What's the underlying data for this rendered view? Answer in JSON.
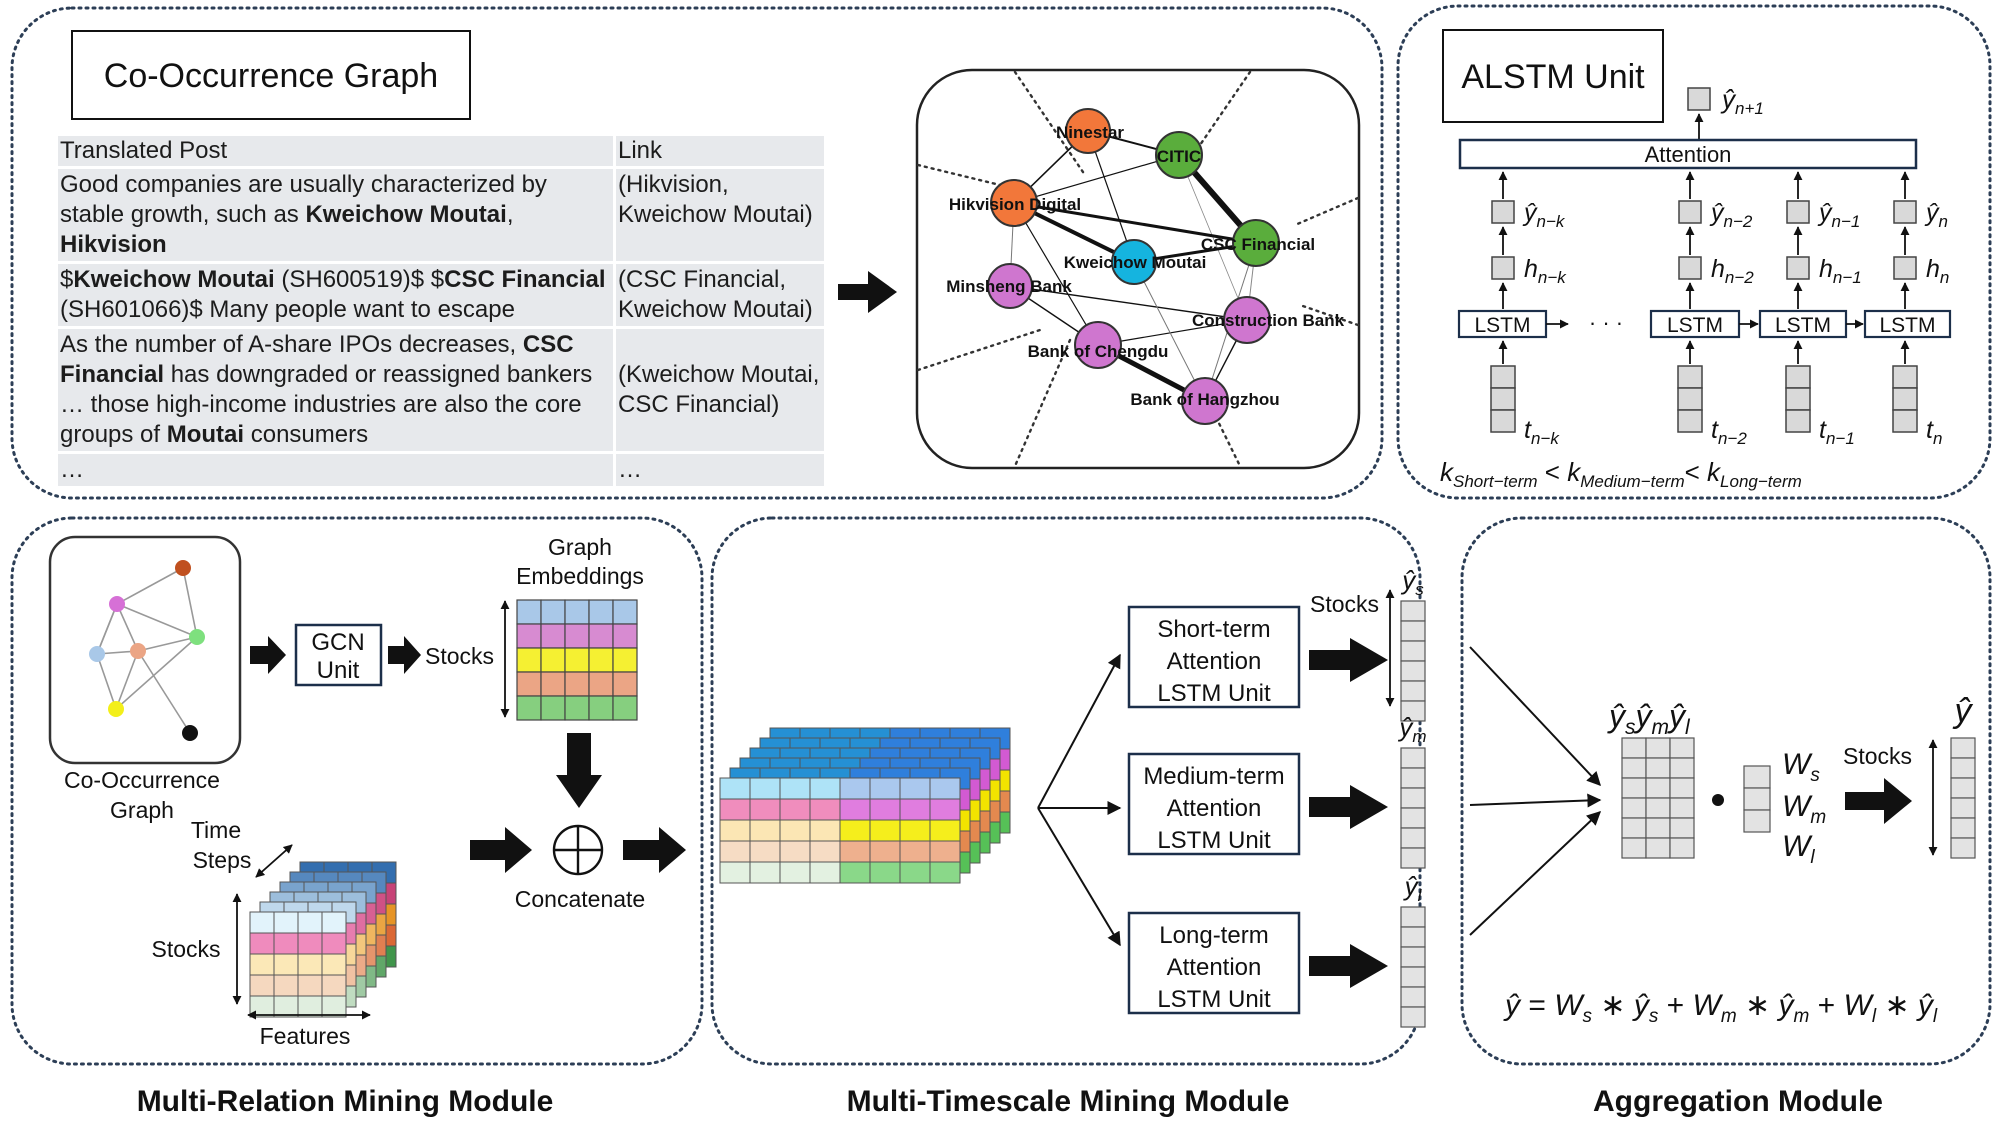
{
  "panels": {
    "cooccurrence_title": "Co-Occurrence Graph",
    "alstm_title": "ALSTM Unit"
  },
  "table": {
    "headers": [
      "Translated Post",
      "Link"
    ],
    "rows": [
      {
        "post": [
          {
            "t": "Good companies are usually characterized by stable growth, such as ",
            "b": false
          },
          {
            "t": "Kweichow Moutai",
            "b": true
          },
          {
            "t": ", ",
            "b": false
          },
          {
            "t": " Hikvision",
            "b": true
          }
        ],
        "link": "(Hikvision, Kweichow Moutai)"
      },
      {
        "post": [
          {
            "t": "$",
            "b": false
          },
          {
            "t": "Kweichow Moutai",
            "b": true
          },
          {
            "t": " (SH600519)$ $",
            "b": false
          },
          {
            "t": "CSC Financial",
            "b": true
          },
          {
            "t": " (SH601066)$ Many people want to escape",
            "b": false
          }
        ],
        "link": "(CSC Financial, Kweichow Moutai)"
      },
      {
        "post": [
          {
            "t": "As the number of A-share IPOs decreases, ",
            "b": false
          },
          {
            "t": "CSC Financial",
            "b": true
          },
          {
            "t": " has downgraded or reassigned bankers … those high-income industries are also the core groups of ",
            "b": false
          },
          {
            "t": "Moutai",
            "b": true
          },
          {
            "t": " consumers",
            "b": false
          }
        ],
        "link": "(Kweichow Moutai, CSC Financial)"
      },
      {
        "post": [
          {
            "t": "…",
            "b": false
          }
        ],
        "link": "…"
      }
    ]
  },
  "graph": {
    "nodes": {
      "ninestar": "Ninestar",
      "citic": "CITIC",
      "hikvision": "Hikvision Digital",
      "csc": "CSC Financial",
      "kweichow": "Kweichow Moutai",
      "minsheng": "Minsheng Bank",
      "construction": "Construction Bank",
      "chengdu": "Bank of Chengdu",
      "hangzhou": "Bank of Hangzhou"
    }
  },
  "alstm": {
    "attention": "Attention",
    "lstm": "LSTM",
    "ellipsis": "· · ·",
    "y_next": "ŷ",
    "y_next_sub": "n+1",
    "cols": [
      {
        "y": "ŷ",
        "y_sub": "n−k",
        "h": "h",
        "h_sub": "n−k",
        "t": "t",
        "t_sub": "n−k"
      },
      {
        "y": "ŷ",
        "y_sub": "n−2",
        "h": "h",
        "h_sub": "n−2",
        "t": "t",
        "t_sub": "n−2"
      },
      {
        "y": "ŷ",
        "y_sub": "n−1",
        "h": "h",
        "h_sub": "n−1",
        "t": "t",
        "t_sub": "n−1"
      },
      {
        "y": "ŷ",
        "y_sub": "n",
        "h": "h",
        "h_sub": "n",
        "t": "t",
        "t_sub": "n"
      }
    ],
    "k_formula": {
      "k": "k",
      "short": "Short−term",
      "medium": "Medium−term",
      "long": "Long−term",
      "lt": "<"
    }
  },
  "multi_relation": {
    "graph_label": [
      "Co-Occurrence",
      "Graph"
    ],
    "gcn": [
      "GCN",
      "Unit"
    ],
    "stocks": "Stocks",
    "graph_embeddings": [
      "Graph",
      "Embeddings"
    ],
    "time_steps": [
      "Time",
      "Steps"
    ],
    "features": "Features",
    "concatenate": "Concatenate",
    "embedding_colors": [
      "#a9c8e8",
      "#d78bd1",
      "#f5f032",
      "#eba585",
      "#86cf7f"
    ]
  },
  "multi_timescale": {
    "units": [
      {
        "lines": [
          "Short-term",
          "Attention",
          "LSTM Unit"
        ],
        "out": "ŷ",
        "out_sub": "s"
      },
      {
        "lines": [
          "Medium-term",
          "Attention",
          "LSTM Unit"
        ],
        "out": "ŷ",
        "out_sub": "m"
      },
      {
        "lines": [
          "Long-term",
          "Attention",
          "LSTM Unit"
        ],
        "out": "ŷ",
        "out_sub": "l"
      }
    ],
    "stocks": "Stocks"
  },
  "aggregation": {
    "stocks": "Stocks",
    "y_hat": "ŷ",
    "weights": [
      {
        "w": "W",
        "sub": "s"
      },
      {
        "w": "W",
        "sub": "m"
      },
      {
        "w": "W",
        "sub": "l"
      }
    ],
    "matrix_labels": [
      {
        "y": "ŷ",
        "sub": "s"
      },
      {
        "y": "ŷ",
        "sub": "m"
      },
      {
        "y": "ŷ",
        "sub": "l"
      }
    ],
    "formula": [
      "ŷ",
      "=",
      "W",
      "s",
      "∗",
      "ŷ",
      "s",
      "+",
      "W",
      "m",
      "∗",
      "ŷ",
      "m",
      "+",
      "W",
      "l",
      "∗",
      "ŷ",
      "l"
    ]
  },
  "footer": {
    "multi_relation": "Multi-Relation Mining Module",
    "multi_timescale": "Multi-Timescale Mining Module",
    "aggregation": "Aggregation Module"
  }
}
